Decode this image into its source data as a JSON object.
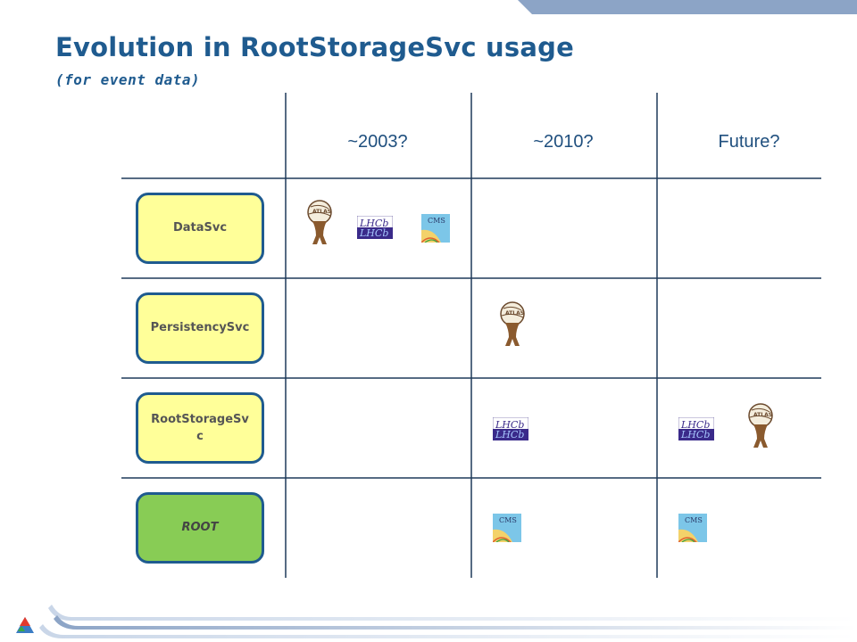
{
  "title": "Evolution in RootStorageSvc usage",
  "subtitle": "(for event data)",
  "columns": [
    "~2003?",
    "~2010?",
    "Future?"
  ],
  "services": [
    {
      "label": "DataSvc",
      "style": "yellow"
    },
    {
      "label": "PersistencySvc",
      "style": "yellow"
    },
    {
      "label": "RootStorageSv c",
      "style": "yellow"
    },
    {
      "label": "ROOT",
      "style": "green"
    }
  ],
  "logos": {
    "lhcb_text": "LHCb",
    "cms_text": "CMS",
    "atlas_text": "ATLAS"
  },
  "colors": {
    "title": "#1f5b8f",
    "grid": "#1f3a5a",
    "service_border": "#1f5b8f",
    "service_yellow": "#ffff99",
    "service_green": "#88cc55",
    "top_bar": "#8ca4c6"
  }
}
